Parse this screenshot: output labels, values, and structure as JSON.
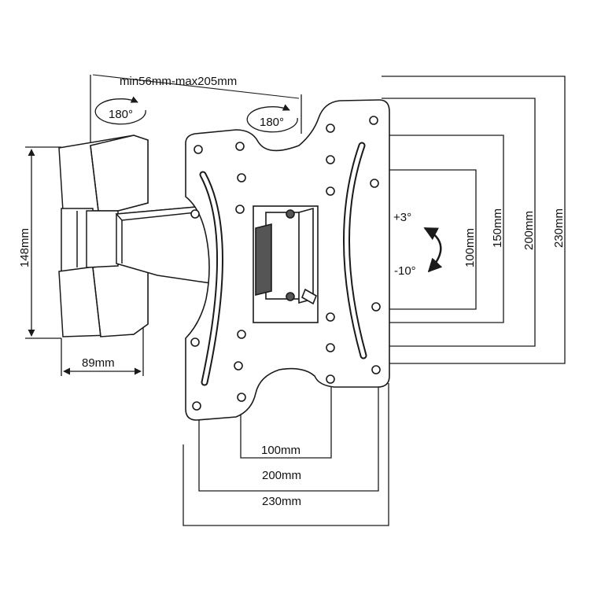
{
  "colors": {
    "line": "#1a1a1a",
    "shade": "#555555",
    "background": "#ffffff"
  },
  "labels": {
    "arm_extension": "min56mm-max205mm",
    "swivel_left": "180°",
    "swivel_right": "180°",
    "wall_plate_height": "148mm",
    "wall_plate_width": "89mm",
    "tilt_up": "+3°",
    "tilt_down": "-10°",
    "vesa_v_100": "100mm",
    "vesa_v_150": "150mm",
    "vesa_v_200": "200mm",
    "vesa_v_230": "230mm",
    "vesa_h_100": "100mm",
    "vesa_h_200": "200mm",
    "vesa_h_230": "230mm"
  }
}
